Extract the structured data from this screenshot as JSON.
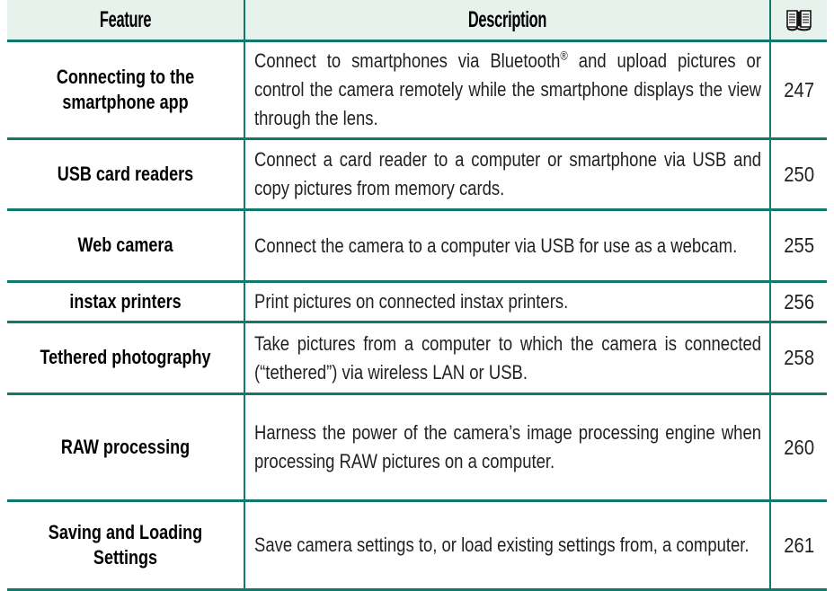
{
  "table": {
    "header": {
      "feature_label": "Feature",
      "description_label": "Description",
      "page_icon": "open-book-icon"
    },
    "colors": {
      "border": "#11796a",
      "header_background": "#e7f2ec",
      "text": "#231f20"
    },
    "columns": [
      "Feature",
      "Description",
      "Page"
    ],
    "rows": [
      {
        "feature": "Connecting to the smartphone app",
        "description_pre": "Connect to smartphones via Bluetooth",
        "description_sup": "®",
        "description_post": " and upload pictures or control the camera remotely while the smartphone displays the view through the lens.",
        "page": "247"
      },
      {
        "feature": "USB card readers",
        "description": "Connect a card reader to a computer or smartphone via USB and copy pictures from memory cards.",
        "page": "250"
      },
      {
        "feature": "Web camera",
        "description": "Connect the camera to a computer via USB for use as a webcam.",
        "page": "255"
      },
      {
        "feature": "instax printers",
        "description": "Print pictures on connected instax printers.",
        "page": "256"
      },
      {
        "feature": "Tethered photography",
        "description": "Take pictures from a computer to which the camera is connected (“tethered”) via wireless LAN or USB.",
        "page": "258"
      },
      {
        "feature": "RAW processing",
        "description": "Harness the power of the camera’s image processing engine when processing RAW pictures on a computer.",
        "page": "260"
      },
      {
        "feature": "Saving and Loading Settings",
        "description": "Save camera settings to, or load existing settings from, a computer.",
        "page": "261"
      }
    ]
  }
}
